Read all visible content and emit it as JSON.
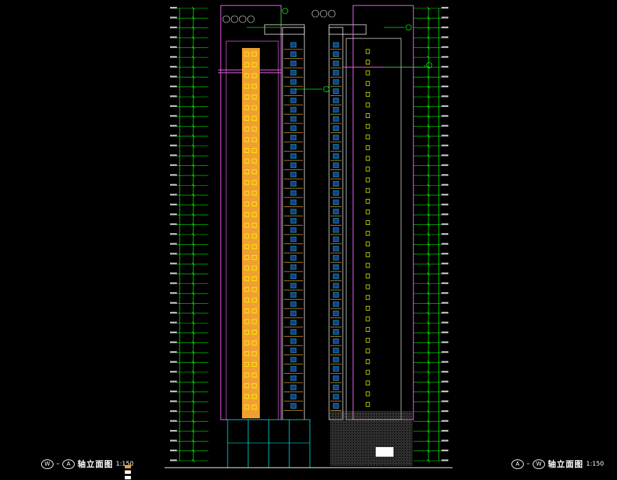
{
  "drawing": {
    "title_left": {
      "axis_from": "W",
      "axis_to": "A",
      "title": "轴立面图",
      "scale": "1:150"
    },
    "title_right": {
      "axis_from": "A",
      "axis_to": "W",
      "title": "轴立面图",
      "scale": "1:150"
    },
    "legend": [
      {
        "color": "#f0a030",
        "label": ""
      },
      {
        "color": "#ffffff",
        "label": ""
      },
      {
        "color": "#ffffff",
        "label": ""
      }
    ],
    "colors": {
      "background": "#000000",
      "dimension_lines": "#00ff00",
      "facade_outline": "#ff66ff",
      "window_frame": "#ffff00",
      "wall_orange": "#f0a030",
      "glass_cyan": "#00c8c8",
      "text": "#ffffff"
    }
  }
}
